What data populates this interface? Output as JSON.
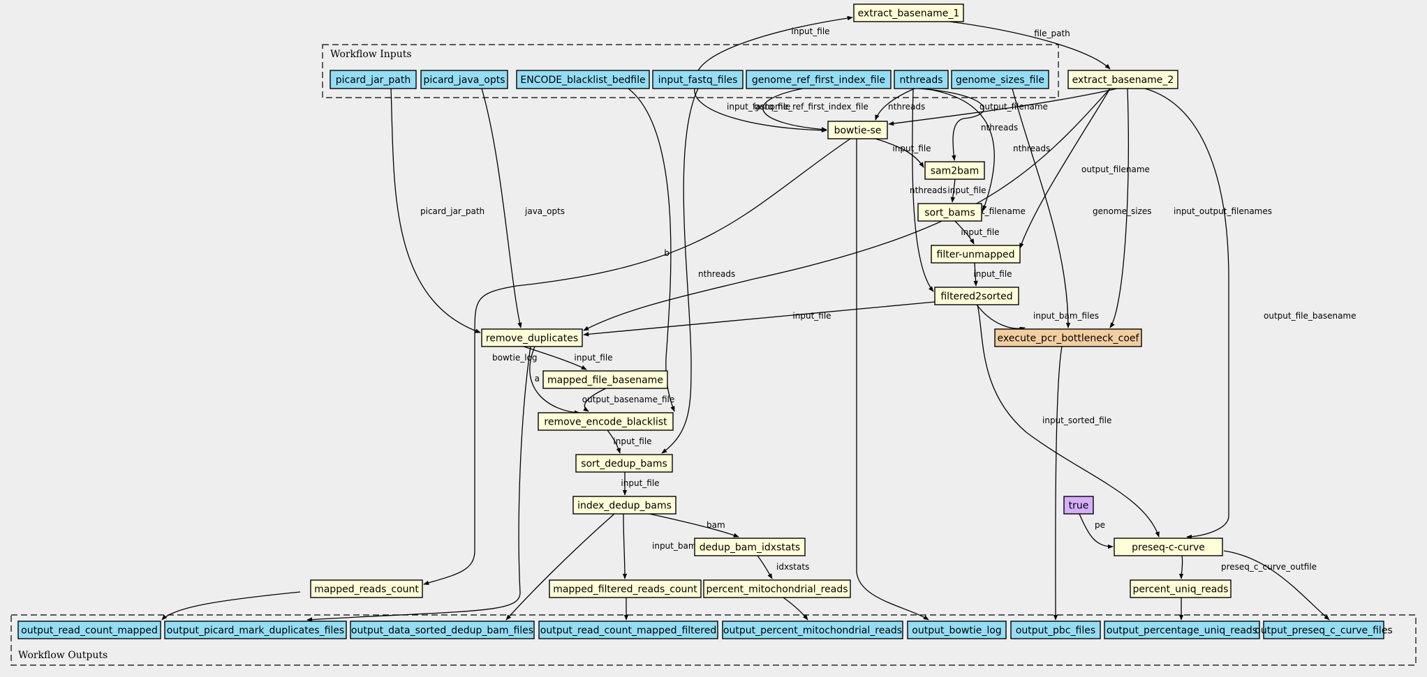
{
  "colors": {
    "background": "#eeeeee",
    "io": "#94DDF4",
    "step": "#FFFED8",
    "special": "#F3CEA1",
    "constant": "#D5AEFC"
  },
  "clusters": {
    "inputs": "Workflow Inputs",
    "outputs": "Workflow Outputs"
  },
  "nodes": [
    {
      "id": "picard_jar_path",
      "label": "picard_jar_path",
      "kind": "io"
    },
    {
      "id": "picard_java_opts",
      "label": "picard_java_opts",
      "kind": "io"
    },
    {
      "id": "encode_blacklist_bedfile",
      "label": "ENCODE_blacklist_bedfile",
      "kind": "io"
    },
    {
      "id": "input_fastq_files",
      "label": "input_fastq_files",
      "kind": "io"
    },
    {
      "id": "genome_ref_first_index_file",
      "label": "genome_ref_first_index_file",
      "kind": "io"
    },
    {
      "id": "nthreads",
      "label": "nthreads",
      "kind": "io"
    },
    {
      "id": "genome_sizes_file",
      "label": "genome_sizes_file",
      "kind": "io"
    },
    {
      "id": "extract_basename_1",
      "label": "extract_basename_1",
      "kind": "step"
    },
    {
      "id": "extract_basename_2",
      "label": "extract_basename_2",
      "kind": "step"
    },
    {
      "id": "bowtie_se",
      "label": "bowtie-se",
      "kind": "step"
    },
    {
      "id": "sam2bam",
      "label": "sam2bam",
      "kind": "step"
    },
    {
      "id": "sort_bams",
      "label": "sort_bams",
      "kind": "step"
    },
    {
      "id": "filter_unmapped",
      "label": "filter-unmapped",
      "kind": "step"
    },
    {
      "id": "filtered2sorted",
      "label": "filtered2sorted",
      "kind": "step"
    },
    {
      "id": "execute_pcr_bottleneck_coef",
      "label": "execute_pcr_bottleneck_coef",
      "kind": "special"
    },
    {
      "id": "remove_duplicates",
      "label": "remove_duplicates",
      "kind": "step"
    },
    {
      "id": "mapped_file_basename",
      "label": "mapped_file_basename",
      "kind": "step"
    },
    {
      "id": "remove_encode_blacklist",
      "label": "remove_encode_blacklist",
      "kind": "step"
    },
    {
      "id": "sort_dedup_bams",
      "label": "sort_dedup_bams",
      "kind": "step"
    },
    {
      "id": "index_dedup_bams",
      "label": "index_dedup_bams",
      "kind": "step"
    },
    {
      "id": "dedup_bam_idxstats",
      "label": "dedup_bam_idxstats",
      "kind": "step"
    },
    {
      "id": "true_const",
      "label": "true",
      "kind": "constant"
    },
    {
      "id": "preseq_c_curve",
      "label": "preseq-c-curve",
      "kind": "step"
    },
    {
      "id": "mapped_reads_count",
      "label": "mapped_reads_count",
      "kind": "step"
    },
    {
      "id": "mapped_filtered_reads_count",
      "label": "mapped_filtered_reads_count",
      "kind": "step"
    },
    {
      "id": "percent_mitochondrial_reads",
      "label": "percent_mitochondrial_reads",
      "kind": "step"
    },
    {
      "id": "percent_uniq_reads",
      "label": "percent_uniq_reads",
      "kind": "step"
    },
    {
      "id": "output_read_count_mapped",
      "label": "output_read_count_mapped",
      "kind": "io"
    },
    {
      "id": "output_picard_mark_duplicates_files",
      "label": "output_picard_mark_duplicates_files",
      "kind": "io"
    },
    {
      "id": "output_data_sorted_dedup_bam_files",
      "label": "output_data_sorted_dedup_bam_files",
      "kind": "io"
    },
    {
      "id": "output_read_count_mapped_filtered",
      "label": "output_read_count_mapped_filtered",
      "kind": "io"
    },
    {
      "id": "output_percent_mitochondrial_reads",
      "label": "output_percent_mitochondrial_reads",
      "kind": "io"
    },
    {
      "id": "output_bowtie_log",
      "label": "output_bowtie_log",
      "kind": "io"
    },
    {
      "id": "output_pbc_files",
      "label": "output_pbc_files",
      "kind": "io"
    },
    {
      "id": "output_percentage_uniq_reads",
      "label": "output_percentage_uniq_reads",
      "kind": "io"
    },
    {
      "id": "output_preseq_c_curve_files",
      "label": "output_preseq_c_curve_files",
      "kind": "io"
    }
  ],
  "edges": [
    {
      "from": "input_fastq_files",
      "to": "extract_basename_1",
      "label": "input_file"
    },
    {
      "from": "extract_basename_1",
      "to": "extract_basename_2",
      "label": "file_path"
    },
    {
      "from": "input_fastq_files",
      "to": "bowtie_se",
      "label": "input_fastq_file"
    },
    {
      "from": "genome_ref_first_index_file",
      "to": "bowtie_se",
      "label": "genome_ref_first_index_file"
    },
    {
      "from": "nthreads",
      "to": "bowtie_se",
      "label": "nthreads"
    },
    {
      "from": "extract_basename_2",
      "to": "bowtie_se",
      "label": "output_filename"
    },
    {
      "from": "nthreads",
      "to": "sam2bam",
      "label": "nthreads"
    },
    {
      "from": "bowtie_se",
      "to": "sam2bam",
      "label": "input_file"
    },
    {
      "from": "nthreads",
      "to": "sort_bams",
      "label": "nthreads"
    },
    {
      "from": "sam2bam",
      "to": "sort_bams",
      "label": "input_file"
    },
    {
      "from": "sort_bams",
      "to": "filter_unmapped",
      "label": "input_file"
    },
    {
      "from": "extract_basename_2",
      "to": "filter_unmapped",
      "label": "output_filename"
    },
    {
      "from": "nthreads",
      "to": "filtered2sorted",
      "label": "nthreads"
    },
    {
      "from": "filter_unmapped",
      "to": "filtered2sorted",
      "label": "input_file"
    },
    {
      "from": "genome_sizes_file",
      "to": "execute_pcr_bottleneck_coef",
      "label": "genome_sizes"
    },
    {
      "from": "extract_basename_2",
      "to": "execute_pcr_bottleneck_coef",
      "label": "input_output_filenames"
    },
    {
      "from": "filtered2sorted",
      "to": "execute_pcr_bottleneck_coef",
      "label": "input_bam_files"
    },
    {
      "from": "picard_jar_path",
      "to": "remove_duplicates",
      "label": "picard_jar_path"
    },
    {
      "from": "picard_java_opts",
      "to": "remove_duplicates",
      "label": "java_opts"
    },
    {
      "from": "extract_basename_2",
      "to": "remove_duplicates",
      "label": "output_filename"
    },
    {
      "from": "filtered2sorted",
      "to": "remove_duplicates",
      "label": "input_file"
    },
    {
      "from": "remove_duplicates",
      "to": "mapped_file_basename",
      "label": "input_file"
    },
    {
      "from": "encode_blacklist_bedfile",
      "to": "remove_encode_blacklist",
      "label": "b"
    },
    {
      "from": "remove_duplicates",
      "to": "remove_encode_blacklist",
      "label": "a"
    },
    {
      "from": "mapped_file_basename",
      "to": "remove_encode_blacklist",
      "label": "output_basename_file"
    },
    {
      "from": "nthreads",
      "to": "sort_dedup_bams",
      "label": "nthreads"
    },
    {
      "from": "remove_encode_blacklist",
      "to": "sort_dedup_bams",
      "label": "input_file"
    },
    {
      "from": "sort_dedup_bams",
      "to": "index_dedup_bams",
      "label": "input_file"
    },
    {
      "from": "index_dedup_bams",
      "to": "dedup_bam_idxstats",
      "label": "bam"
    },
    {
      "from": "index_dedup_bams",
      "to": "mapped_filtered_reads_count",
      "label": "input_bam_file"
    },
    {
      "from": "dedup_bam_idxstats",
      "to": "percent_mitochondrial_reads",
      "label": "idxstats"
    },
    {
      "from": "bowtie_se",
      "to": "mapped_reads_count",
      "label": "bowtie_log"
    },
    {
      "from": "filtered2sorted",
      "to": "preseq_c_curve",
      "label": "input_sorted_file"
    },
    {
      "from": "extract_basename_2",
      "to": "preseq_c_curve",
      "label": "output_file_basename"
    },
    {
      "from": "true_const",
      "to": "preseq_c_curve",
      "label": "pe"
    },
    {
      "from": "preseq_c_curve",
      "to": "percent_uniq_reads",
      "label": "preseq_c_curve_outfile"
    },
    {
      "from": "mapped_reads_count",
      "to": "output_read_count_mapped",
      "label": ""
    },
    {
      "from": "remove_duplicates",
      "to": "output_picard_mark_duplicates_files",
      "label": ""
    },
    {
      "from": "index_dedup_bams",
      "to": "output_data_sorted_dedup_bam_files",
      "label": ""
    },
    {
      "from": "mapped_filtered_reads_count",
      "to": "output_read_count_mapped_filtered",
      "label": ""
    },
    {
      "from": "percent_mitochondrial_reads",
      "to": "output_percent_mitochondrial_reads",
      "label": ""
    },
    {
      "from": "bowtie_se",
      "to": "output_bowtie_log",
      "label": ""
    },
    {
      "from": "execute_pcr_bottleneck_coef",
      "to": "output_pbc_files",
      "label": ""
    },
    {
      "from": "percent_uniq_reads",
      "to": "output_percentage_uniq_reads",
      "label": ""
    },
    {
      "from": "preseq_c_curve",
      "to": "output_preseq_c_curve_files",
      "label": ""
    }
  ]
}
